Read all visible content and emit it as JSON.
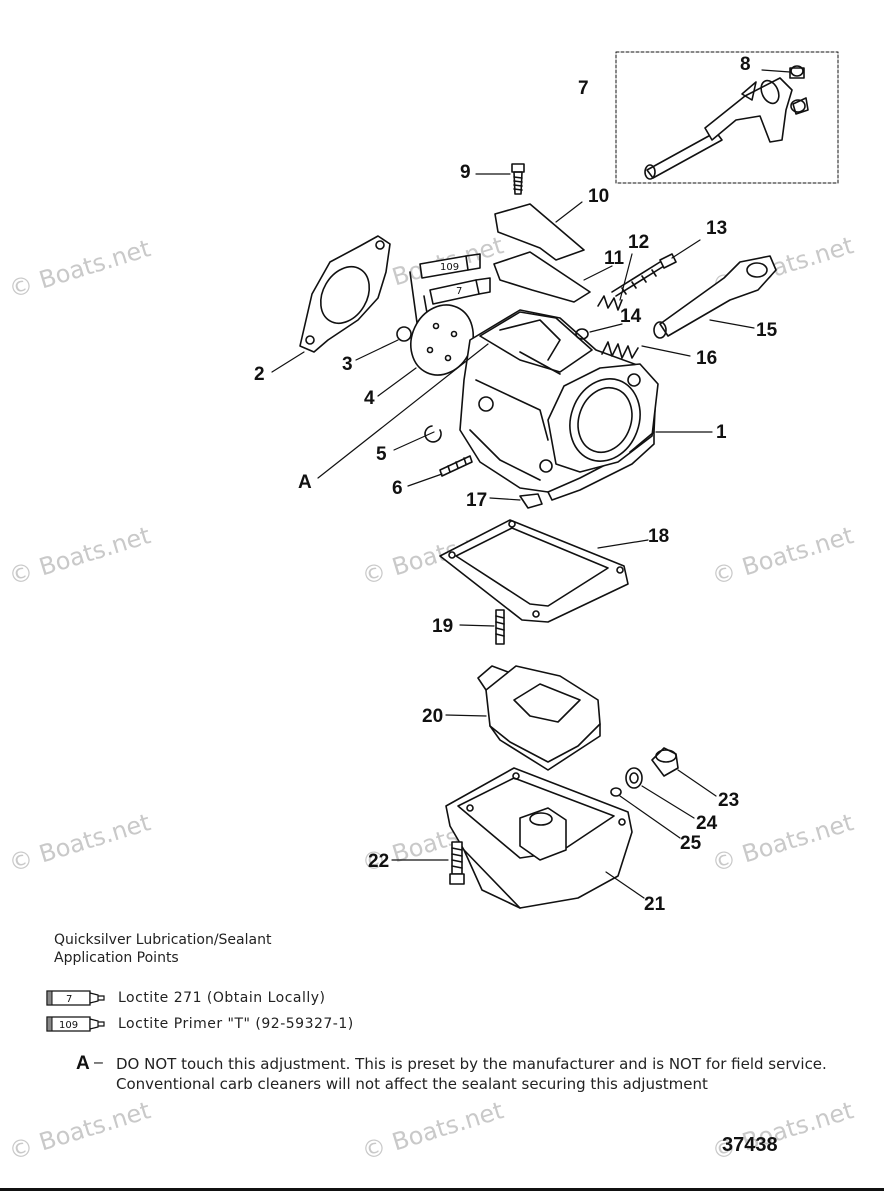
{
  "watermark": "© Boats.net",
  "callouts": [
    "1",
    "2",
    "3",
    "4",
    "5",
    "6",
    "7",
    "8",
    "9",
    "10",
    "11",
    "12",
    "13",
    "14",
    "15",
    "16",
    "17",
    "18",
    "19",
    "20",
    "21",
    "22",
    "23",
    "24",
    "25"
  ],
  "callout_a": "A",
  "tube_labels": {
    "t7": "7",
    "t109": "109"
  },
  "legend": {
    "heading_line1": "Quicksilver Lubrication/Sealant",
    "heading_line2": "Application Points",
    "item1_tube": "7",
    "item1_text": "Loctite 271 (Obtain Locally)",
    "item2_tube": "109",
    "item2_text": "Loctite  Primer \"T\" (92-59327-1)"
  },
  "note": {
    "letter": "A",
    "dash": "–",
    "line1": "DO NOT touch this adjustment. This is preset by the manufacturer and is NOT for field service.",
    "line2": "Conventional carb cleaners will not affect the sealant securing this adjustment"
  },
  "diagram_number": "37438"
}
